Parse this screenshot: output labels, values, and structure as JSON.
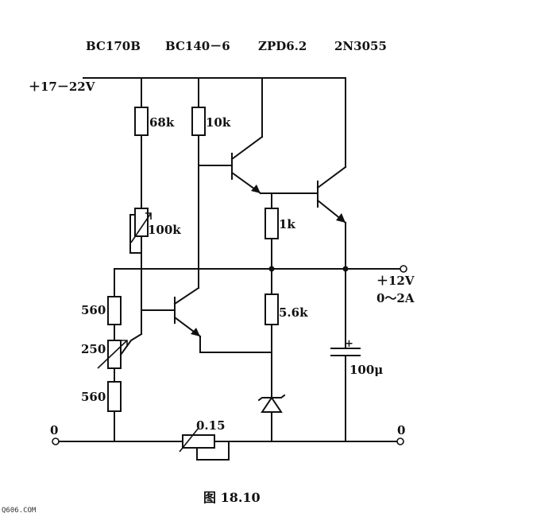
{
  "transistors": {
    "t1": "BC170B",
    "t2": "BC140－6",
    "zener": "ZPD6.2",
    "t3": "2N3055"
  },
  "supply": {
    "input_label": "＋17－22V",
    "output_voltage": "＋12V",
    "output_current": "0～2A",
    "ground_left": "0",
    "ground_right": "0"
  },
  "components": {
    "r68k": "68k",
    "r10k": "10k",
    "r100k": "100k",
    "r1k": "1k",
    "r560a": "560",
    "r250": "250",
    "r5_6k": "5.6k",
    "r560b": "560",
    "rsense": "0.15",
    "cap_polarity": "+",
    "c100u": "100μ"
  },
  "caption": "图 18.10",
  "watermark": "Q606.COM"
}
